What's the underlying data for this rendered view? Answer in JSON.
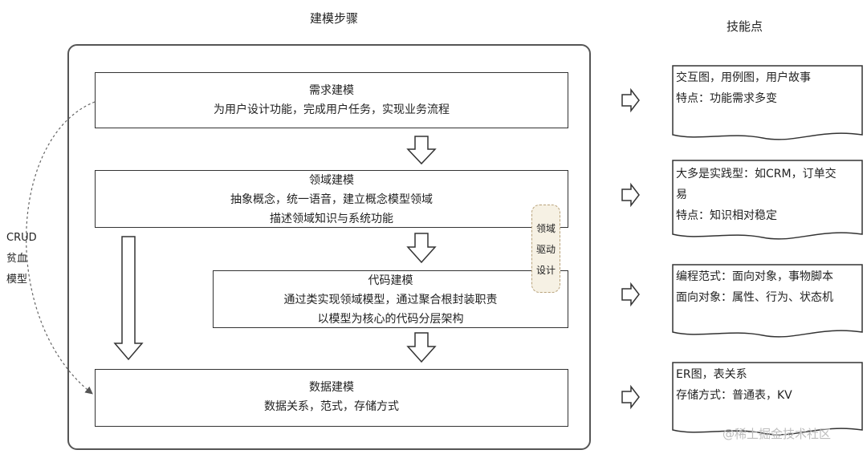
{
  "header": {
    "steps_title": "建模步骤",
    "skills_title": "技能点"
  },
  "steps": [
    {
      "title": "需求建模",
      "lines": [
        "为用户设计功能，完成用户任务，实现业务流程"
      ]
    },
    {
      "title": "领域建模",
      "lines": [
        "抽象概念，统一语音，建立概念模型领域",
        "描述领域知识与系统功能"
      ]
    },
    {
      "title": "代码建模",
      "lines": [
        "通过类实现领域模型，通过聚合根封装职责",
        "以模型为核心的代码分层架构"
      ]
    },
    {
      "title": "数据建模",
      "lines": [
        "数据关系，范式，存储方式"
      ]
    }
  ],
  "ddd_label": [
    "领域",
    "驱动",
    "设计"
  ],
  "crud_label": [
    "CRUD",
    "贫血",
    "模型"
  ],
  "skills": [
    [
      "交互图，用例图，用户故事",
      "特点：功能需求多变"
    ],
    [
      "大多是实践型：如CRM，订单交",
      "易",
      "特点：知识相对稳定"
    ],
    [
      "编程范式：面向对象，事物脚本",
      "面向对象：属性、行为、状态机"
    ],
    [
      "ER图，表关系",
      "存储方式：普通表，KV"
    ]
  ],
  "watermark": "@稀土掘金技术社区"
}
